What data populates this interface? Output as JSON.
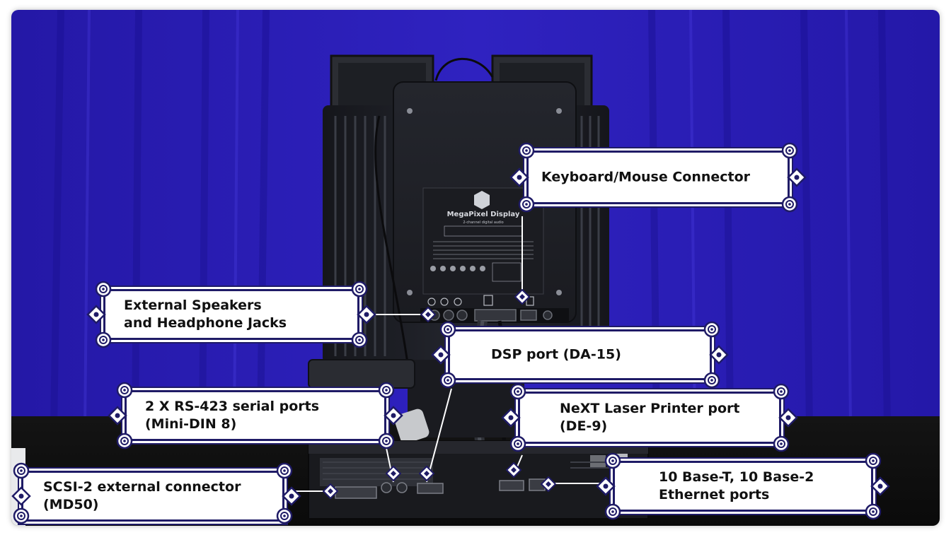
{
  "labels": {
    "keyboard_mouse": "Keyboard/Mouse Connector",
    "speakers_line1": "External Speakers",
    "speakers_line2": "and Headphone Jacks",
    "dsp": "DSP port (DA-15)",
    "serial_line1": "2 X RS-423 serial ports",
    "serial_line2": "(Mini-DIN 8)",
    "printer_line1": "NeXT Laser Printer port",
    "printer_line2": "(DE-9)",
    "scsi_line1": "SCSI-2 external connector",
    "scsi_line2": "(MD50)",
    "ethernet_line1": "10 Base-T, 10 Base-2",
    "ethernet_line2": "Ethernet ports"
  },
  "display_label": {
    "brand": "MegaPixel Display",
    "subtitle": "2-channel digital audio"
  },
  "colors": {
    "backdrop": "#2a1fb0",
    "callout_border": "#1f1b66",
    "callout_fill": "#ffffff",
    "device": "#1c1e24"
  },
  "icons": [
    "corner-ornament-icon",
    "connector-marker-icon"
  ]
}
